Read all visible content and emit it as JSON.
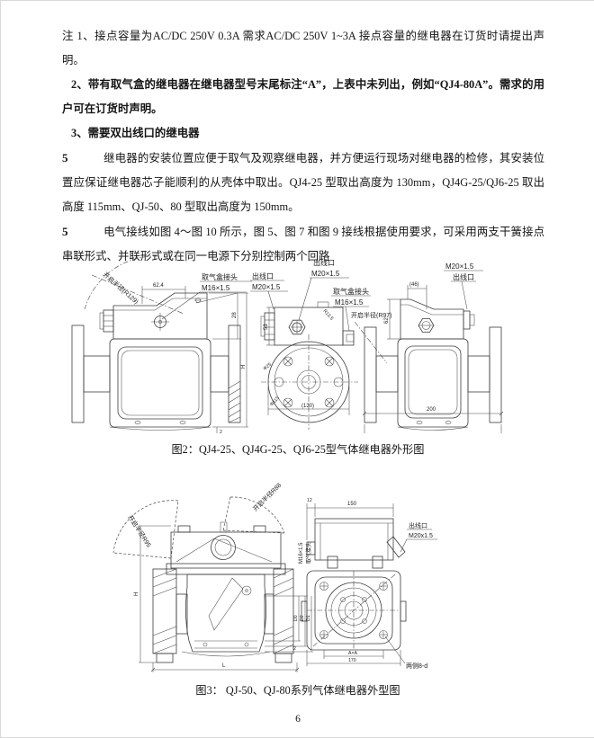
{
  "page_number": "6",
  "notes": {
    "note1": "注 1、接点容量为AC/DC 250V 0.3A 需求AC/DC 250V 1~3A 接点容量的继电器在订货时请提出声明。",
    "note2": "2、带有取气盒的继电器在继电器型号末尾标注“A”，上表中未列出，例如“QJ4-80A”。需求的用户可在订货时声明。",
    "note3": "3、需要双出线口的继电器"
  },
  "body": {
    "bullet": "5",
    "para1": "继电器的安装位置应便于取气及观察继电器，并方便运行现场对继电器的检修，其安装位置应保证继电器芯子能顺利的从壳体中取出。QJ4-25 型取出高度为 130mm，QJ4G-25/QJ6-25 取出高度 115mm、QJ-50、80 型取出高度为 150mm。",
    "para2": "电气接线如图 4～图 10 所示，图 5、图 7 和图 9 接线根据使用要求，可采用两支干簧接点串联形式、并联形式或在同一电源下分别控制两个回路"
  },
  "figure2": {
    "caption": "图2：QJ4-25、QJ4G-25、QJ6-25型气体继电器外形图",
    "lbl_open_r129": "开启半径(R129)",
    "lbl_open_r97": "开启半径(R97)",
    "lbl_gas_joint": "取气盒接头",
    "lbl_m16": "M16×1.5",
    "lbl_outlet": "出线口",
    "lbl_m20": "M20×1.5",
    "dims": {
      "d62_4": "62.4",
      "d28": "28",
      "dH": "H",
      "d53": "53",
      "d130": "(130)",
      "d46": "(46)",
      "d62": "62",
      "d200": "200",
      "d2": "2",
      "phi25": "Φ25",
      "phi115": "Φ115",
      "r13_5": "R13.5"
    }
  },
  "figure3": {
    "caption": "图3：  QJ-50、QJ-80系列气体继电器外型图",
    "lbl_open_r95": "开启半径R95",
    "lbl_open_r88": "开启半径R88",
    "lbl_gas_joint": "取气接头",
    "lbl_m16": "M16×1.5",
    "lbl_outlet": "出线口",
    "lbl_m20": "M20x1.5",
    "dims": {
      "d150": "150",
      "d12": "12",
      "dH": "H",
      "dL": "L",
      "dAxA": "A×A",
      "d170": "170",
      "d8d": "两侧8-d",
      "dD0": "D0",
      "dD2": "D2",
      "dD1": "D1",
      "d2": "2"
    }
  }
}
